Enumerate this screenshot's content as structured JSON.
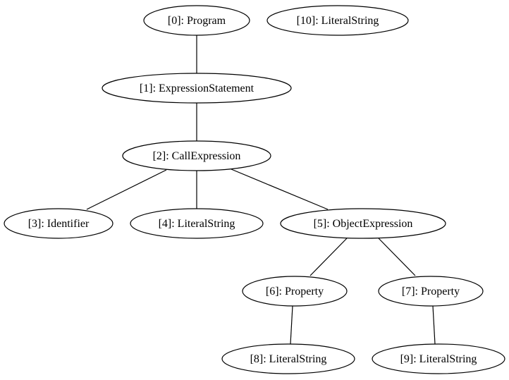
{
  "graph": {
    "nodes": [
      {
        "id": 0,
        "label": "[0]: Program"
      },
      {
        "id": 1,
        "label": "[1]: ExpressionStatement"
      },
      {
        "id": 2,
        "label": "[2]: CallExpression"
      },
      {
        "id": 3,
        "label": "[3]: Identifier"
      },
      {
        "id": 4,
        "label": "[4]: LiteralString"
      },
      {
        "id": 5,
        "label": "[5]: ObjectExpression"
      },
      {
        "id": 6,
        "label": "[6]: Property"
      },
      {
        "id": 7,
        "label": "[7]: Property"
      },
      {
        "id": 8,
        "label": "[8]: LiteralString"
      },
      {
        "id": 9,
        "label": "[9]: LiteralString"
      },
      {
        "id": 10,
        "label": "[10]: LiteralString"
      }
    ],
    "edges": [
      {
        "from": 0,
        "to": 1
      },
      {
        "from": 1,
        "to": 2
      },
      {
        "from": 2,
        "to": 3
      },
      {
        "from": 2,
        "to": 4
      },
      {
        "from": 2,
        "to": 5
      },
      {
        "from": 5,
        "to": 6
      },
      {
        "from": 5,
        "to": 7
      },
      {
        "from": 6,
        "to": 8
      },
      {
        "from": 7,
        "to": 9
      }
    ]
  }
}
